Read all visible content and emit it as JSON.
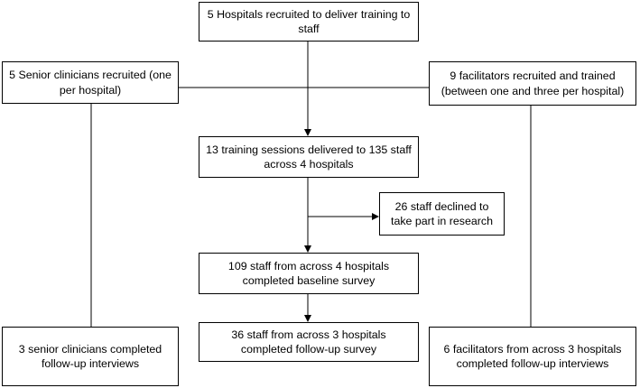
{
  "flowchart": {
    "hospitals_recruited": "5 Hospitals recruited to deliver training to staff",
    "senior_clinicians_recruited": "5 Senior clinicians recruited (one per hospital)",
    "facilitators_recruited": "9 facilitators recruited and trained (between one and three per hospital)",
    "training_sessions": "13 training sessions delivered to 135 staff across 4 hospitals",
    "staff_declined": "26 staff declined to take part in research",
    "baseline_survey": "109 staff from across 4 hospitals completed baseline survey",
    "followup_survey": "36 staff from across 3 hospitals completed follow-up survey",
    "clinician_interviews": "3 senior clinicians completed follow-up interviews",
    "facilitator_interviews": "6 facilitators from across 3 hospitals completed follow-up interviews"
  }
}
